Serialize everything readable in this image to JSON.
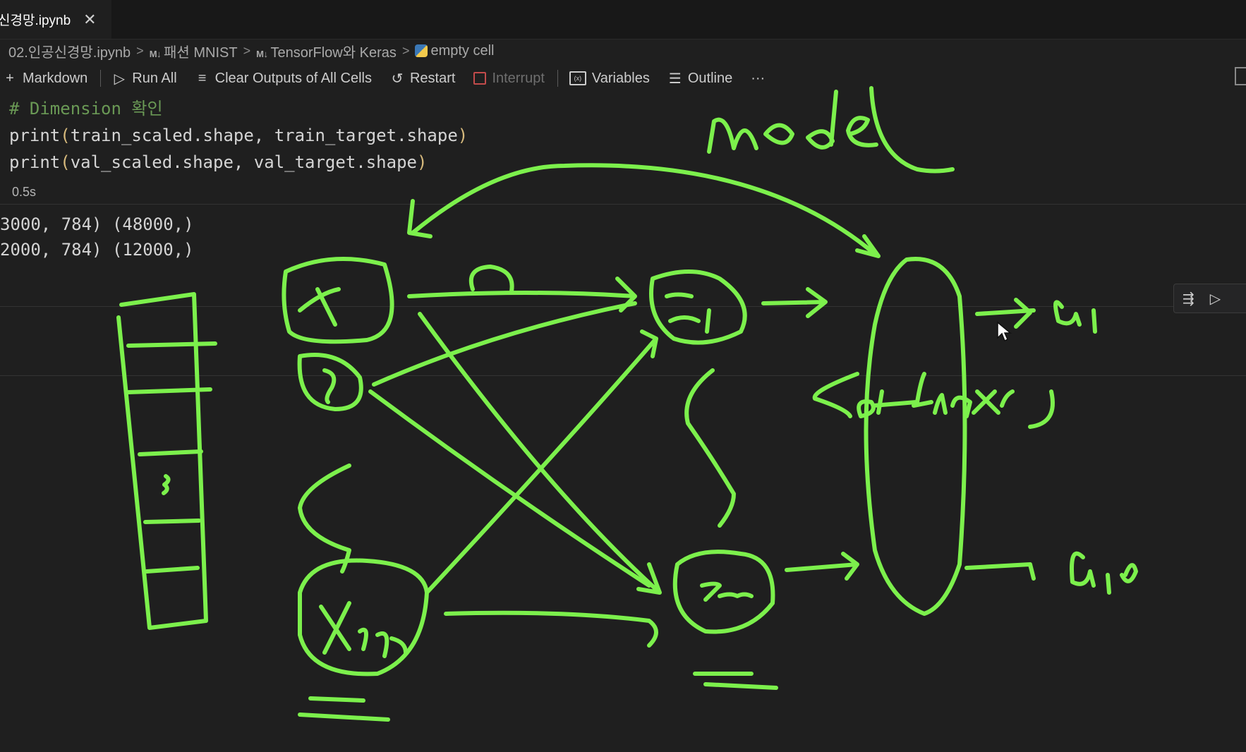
{
  "tab": {
    "title": "신경망.ipynb",
    "close_glyph": "✕"
  },
  "breadcrumb": {
    "file": "02.인공신경망.ipynb",
    "md_badge": "M↓",
    "section1": "패션 MNIST",
    "section2": "TensorFlow와 Keras",
    "cell": "empty cell",
    "separator": ">"
  },
  "toolbar": {
    "markdown_label": "Markdown",
    "run_all_label": "Run All",
    "clear_outputs_label": "Clear Outputs of All Cells",
    "restart_label": "Restart",
    "interrupt_label": "Interrupt",
    "variables_label": "Variables",
    "outline_label": "Outline",
    "more_glyph": "···"
  },
  "code_cell": {
    "comment": "# Dimension 확인",
    "line2_func": "print",
    "line2_args": "train_scaled.shape, train_target.shape",
    "line3_func": "print",
    "line3_args": "val_scaled.shape, val_target.shape",
    "open_paren": "(",
    "close_paren": ")",
    "exec_time": "0.5s"
  },
  "output": {
    "line1": "3000, 784) (48000,)",
    "line2": "2000, 784) (12000,)"
  },
  "colors": {
    "background": "#1f1f1f",
    "ink": "#7cf04c",
    "comment": "#6a9955",
    "paren": "#d7ba7d"
  },
  "icons": [
    "plus-icon",
    "run-all-icon",
    "clear-outputs-icon",
    "restart-icon",
    "interrupt-icon",
    "variables-icon",
    "outline-icon",
    "more-icon",
    "python-icon",
    "close-icon",
    "cursor-icon"
  ]
}
